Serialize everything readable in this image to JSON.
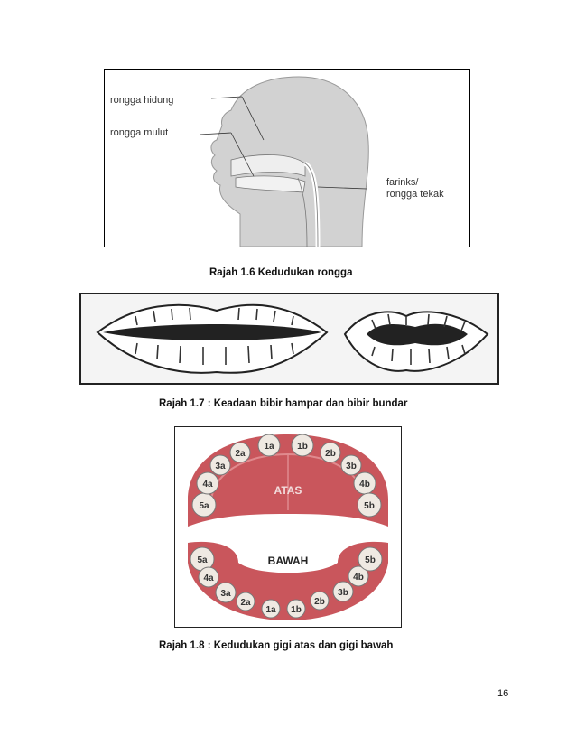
{
  "figure1": {
    "labels": {
      "nasal": "rongga hidung",
      "oral": "rongga mulut",
      "pharynx_line1": "farinks/",
      "pharynx_line2": "rongga tekak"
    },
    "caption": "Rajah 1.6 Kedudukan rongga"
  },
  "figure2": {
    "caption": "Rajah 1.7  : Keadaan bibir hampar dan bibir bundar"
  },
  "figure3": {
    "upper_label": "ATAS",
    "lower_label": "BAWAH",
    "upper_teeth": [
      "5a",
      "4a",
      "3a",
      "2a",
      "1a",
      "1b",
      "2b",
      "3b",
      "4b",
      "5b"
    ],
    "lower_teeth": [
      "5a",
      "4a",
      "3a",
      "2a",
      "1a",
      "1b",
      "2b",
      "3b",
      "4b",
      "5b"
    ],
    "caption": "Rajah 1.8 : Kedudukan gigi atas dan gigi bawah"
  },
  "page_number": "16"
}
